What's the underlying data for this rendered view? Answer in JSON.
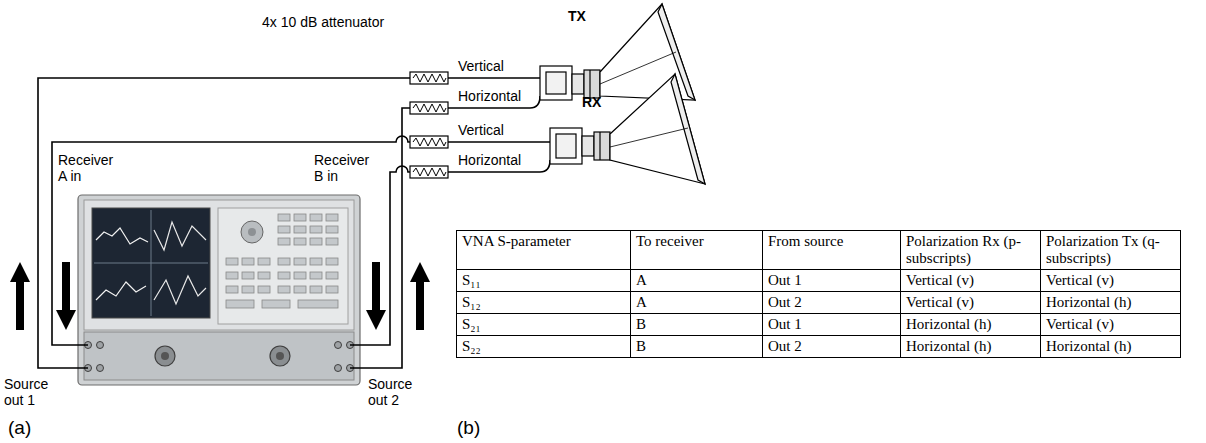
{
  "diagram": {
    "labels": [
      "4x 10 dB attenuator",
      "TX",
      "RX",
      "Vertical",
      "Horizontal",
      "Vertical",
      "Horizontal",
      "Receiver A in",
      "Receiver B in",
      "Source out 1",
      "Source out 2",
      "(a)",
      "(b)",
      "VNA S-parameter",
      "To receiver",
      "From source",
      "Polarization Rx (p-subscripts)",
      "Polarization Tx (q-subscripts)",
      "S₁₁",
      "A",
      "Out 1",
      "Vertical (v)",
      "Vertical (v)",
      "S₁₂",
      "A",
      "Out 2",
      "Vertical (v)",
      "Horizontal (h)",
      "S₂₁",
      "B",
      "Out 1",
      "Horizontal (h)",
      "Vertical (v)",
      "S₂₂",
      "B",
      "Out 2",
      "Horizontal (h)",
      "Horizontal (h)"
    ]
  }
}
